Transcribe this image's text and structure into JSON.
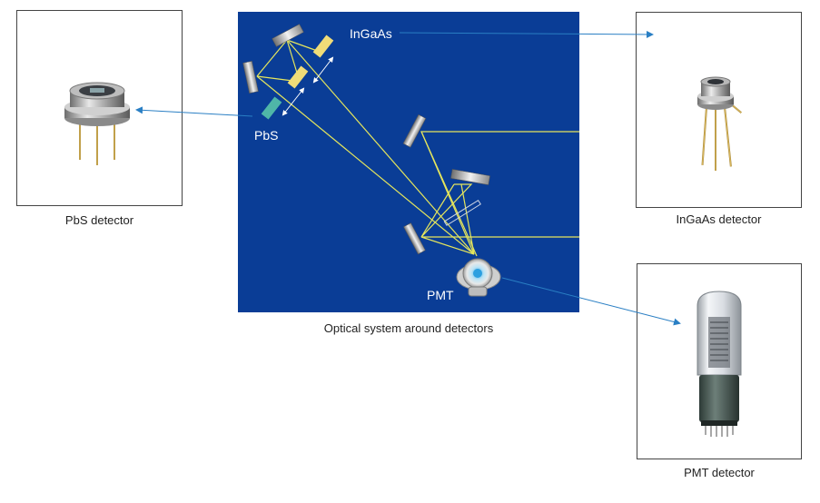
{
  "diagram": {
    "panel_labels": {
      "ingaas": "InGaAs",
      "pbs": "PbS",
      "pmt": "PMT"
    },
    "panel_caption": "Optical system around detectors",
    "detectors": [
      {
        "id": "pbs",
        "caption": "PbS detector"
      },
      {
        "id": "ingaas",
        "caption": "InGaAs detector"
      },
      {
        "id": "pmt",
        "caption": "PMT detector"
      }
    ]
  },
  "colors": {
    "panel_background": "#0a3d96",
    "beam": "#e6e65c",
    "arrow": "#2a7fc4",
    "filter_yellow": "#f0dc78",
    "filter_teal": "#4fb6a8"
  }
}
